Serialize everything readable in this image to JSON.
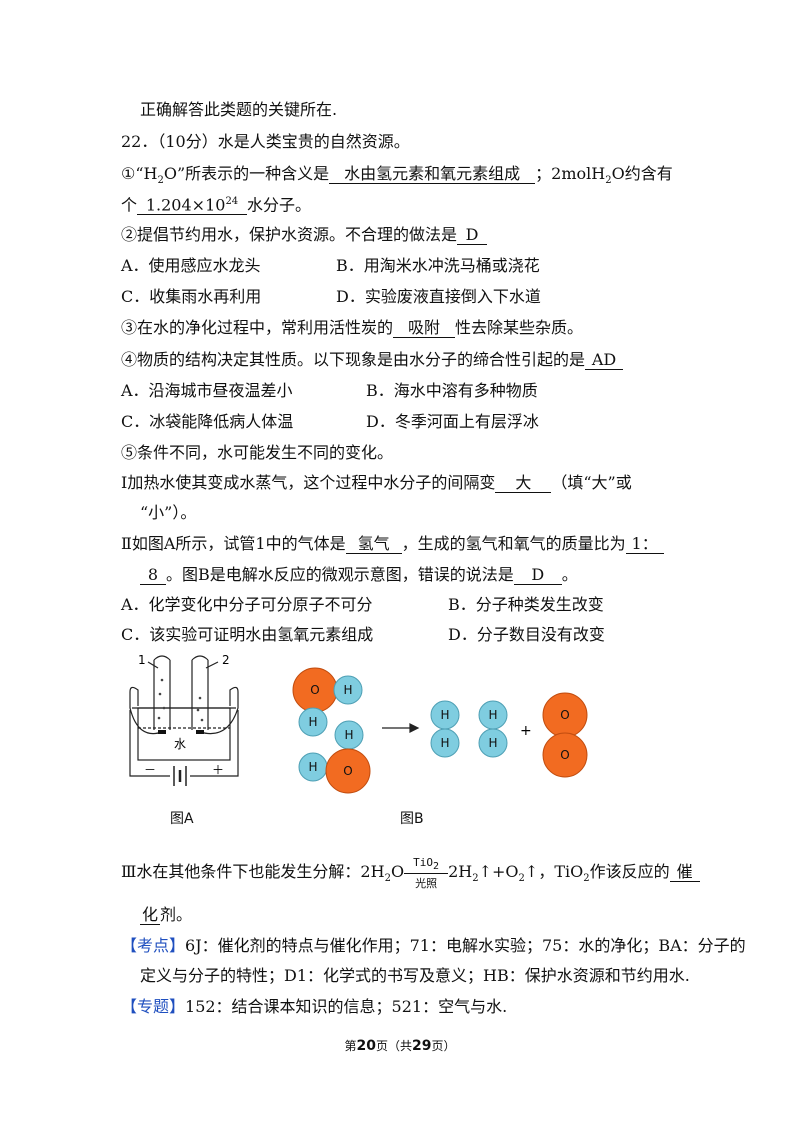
{
  "lines": {
    "l0": "正确解答此类题的关键所在.",
    "q22_head": "22．（10分）水是人类宝贵的自然资源。",
    "q1_a": "①“H",
    "q1_b": "O”所表示的一种含义是",
    "q1_ans1": "水由氢元素和氧元素组成",
    "q1_c": "；2molH",
    "q1_d": "O约含有",
    "q1_e": "个",
    "q1_ans2": "1.204×10",
    "q1_ans2_sup": "24",
    "q1_f": "水分子。",
    "q2": "②提倡节约用水，保护水资源。不合理的做法是",
    "q2_ans": "D",
    "q2_A": "A．使用感应水龙头",
    "q2_B": "B．用淘米水冲洗马桶或浇花",
    "q2_C": "C．收集雨水再利用",
    "q2_D": "D．实验废液直接倒入下水道",
    "q3_a": "③在水的净化过程中，常利用活性炭的",
    "q3_ans": "吸附",
    "q3_b": "性去除某些杂质。",
    "q4": "④物质的结构决定其性质。以下现象是由水分子的缔合性引起的是",
    "q4_ans": "AD",
    "q4_A": "A．沿海城市昼夜温差小",
    "q4_B": "B．海水中溶有多种物质",
    "q4_C": "C．冰袋能降低病人体温",
    "q4_D": "D．冬季河面上有层浮冰",
    "q5": "⑤条件不同，水可能发生不同的变化。",
    "q5_I_a": "Ⅰ加热水使其变成水蒸气，这个过程中水分子的间隔变",
    "q5_I_ans": "大",
    "q5_I_b": "（填“大”或",
    "q5_I_c": "“小”）。",
    "q5_II_a": "Ⅱ如图A所示，试管1中的气体是",
    "q5_II_ans1": "氢气",
    "q5_II_b": "，生成的氢气和氧气的质量比为",
    "q5_II_ans2a": "1：",
    "q5_II_ans2b": "8",
    "q5_II_c": "。图B是电解水反应的微观示意图，错误的说法是",
    "q5_II_ans3": "D",
    "q5_II_d": "。",
    "q5_II_A": "A．化学变化中分子可分原子不可分",
    "q5_II_B": "B．分子种类发生改变",
    "q5_II_C": "C．该实验可证明水由氢氧元素组成",
    "q5_II_D": "D．分子数目没有改变",
    "q5_III_a": "Ⅲ水在其他条件下也能发生分解：2H",
    "q5_III_b": "O",
    "q5_III_cat": "TiO",
    "q5_III_cond": "光照",
    "q5_III_c": "2H",
    "q5_III_d": "↑+O",
    "q5_III_e": "↑，TiO",
    "q5_III_f": "作该反应的",
    "q5_III_ans_a": "催",
    "q5_III_ans_b": "化",
    "q5_III_g": "剂。",
    "sub2": "2",
    "kd_tag": "【考点】",
    "kd_a": "6J：催化剂的特点与催化作用；71：电解水实验；75：水的净化；BA：分子的",
    "kd_b": "定义与分子的特性；D1：化学式的书写及意义；HB：保护水资源和节约用水.",
    "zt_tag": "【专题】",
    "zt": "152：结合课本知识的信息；521：空气与水."
  },
  "figA": {
    "label": "图A",
    "tube1": "1",
    "tube2": "2",
    "water": "水",
    "minus": "－",
    "plus": "＋"
  },
  "figB": {
    "label": "图B",
    "O": "O",
    "H": "H",
    "plus": "+",
    "colors": {
      "oxygen": "#f26b21",
      "hydrogen": "#7fcde0"
    }
  },
  "footer": {
    "a": "第",
    "page": "20",
    "b": "页（共",
    "total": "29",
    "c": "页）"
  }
}
